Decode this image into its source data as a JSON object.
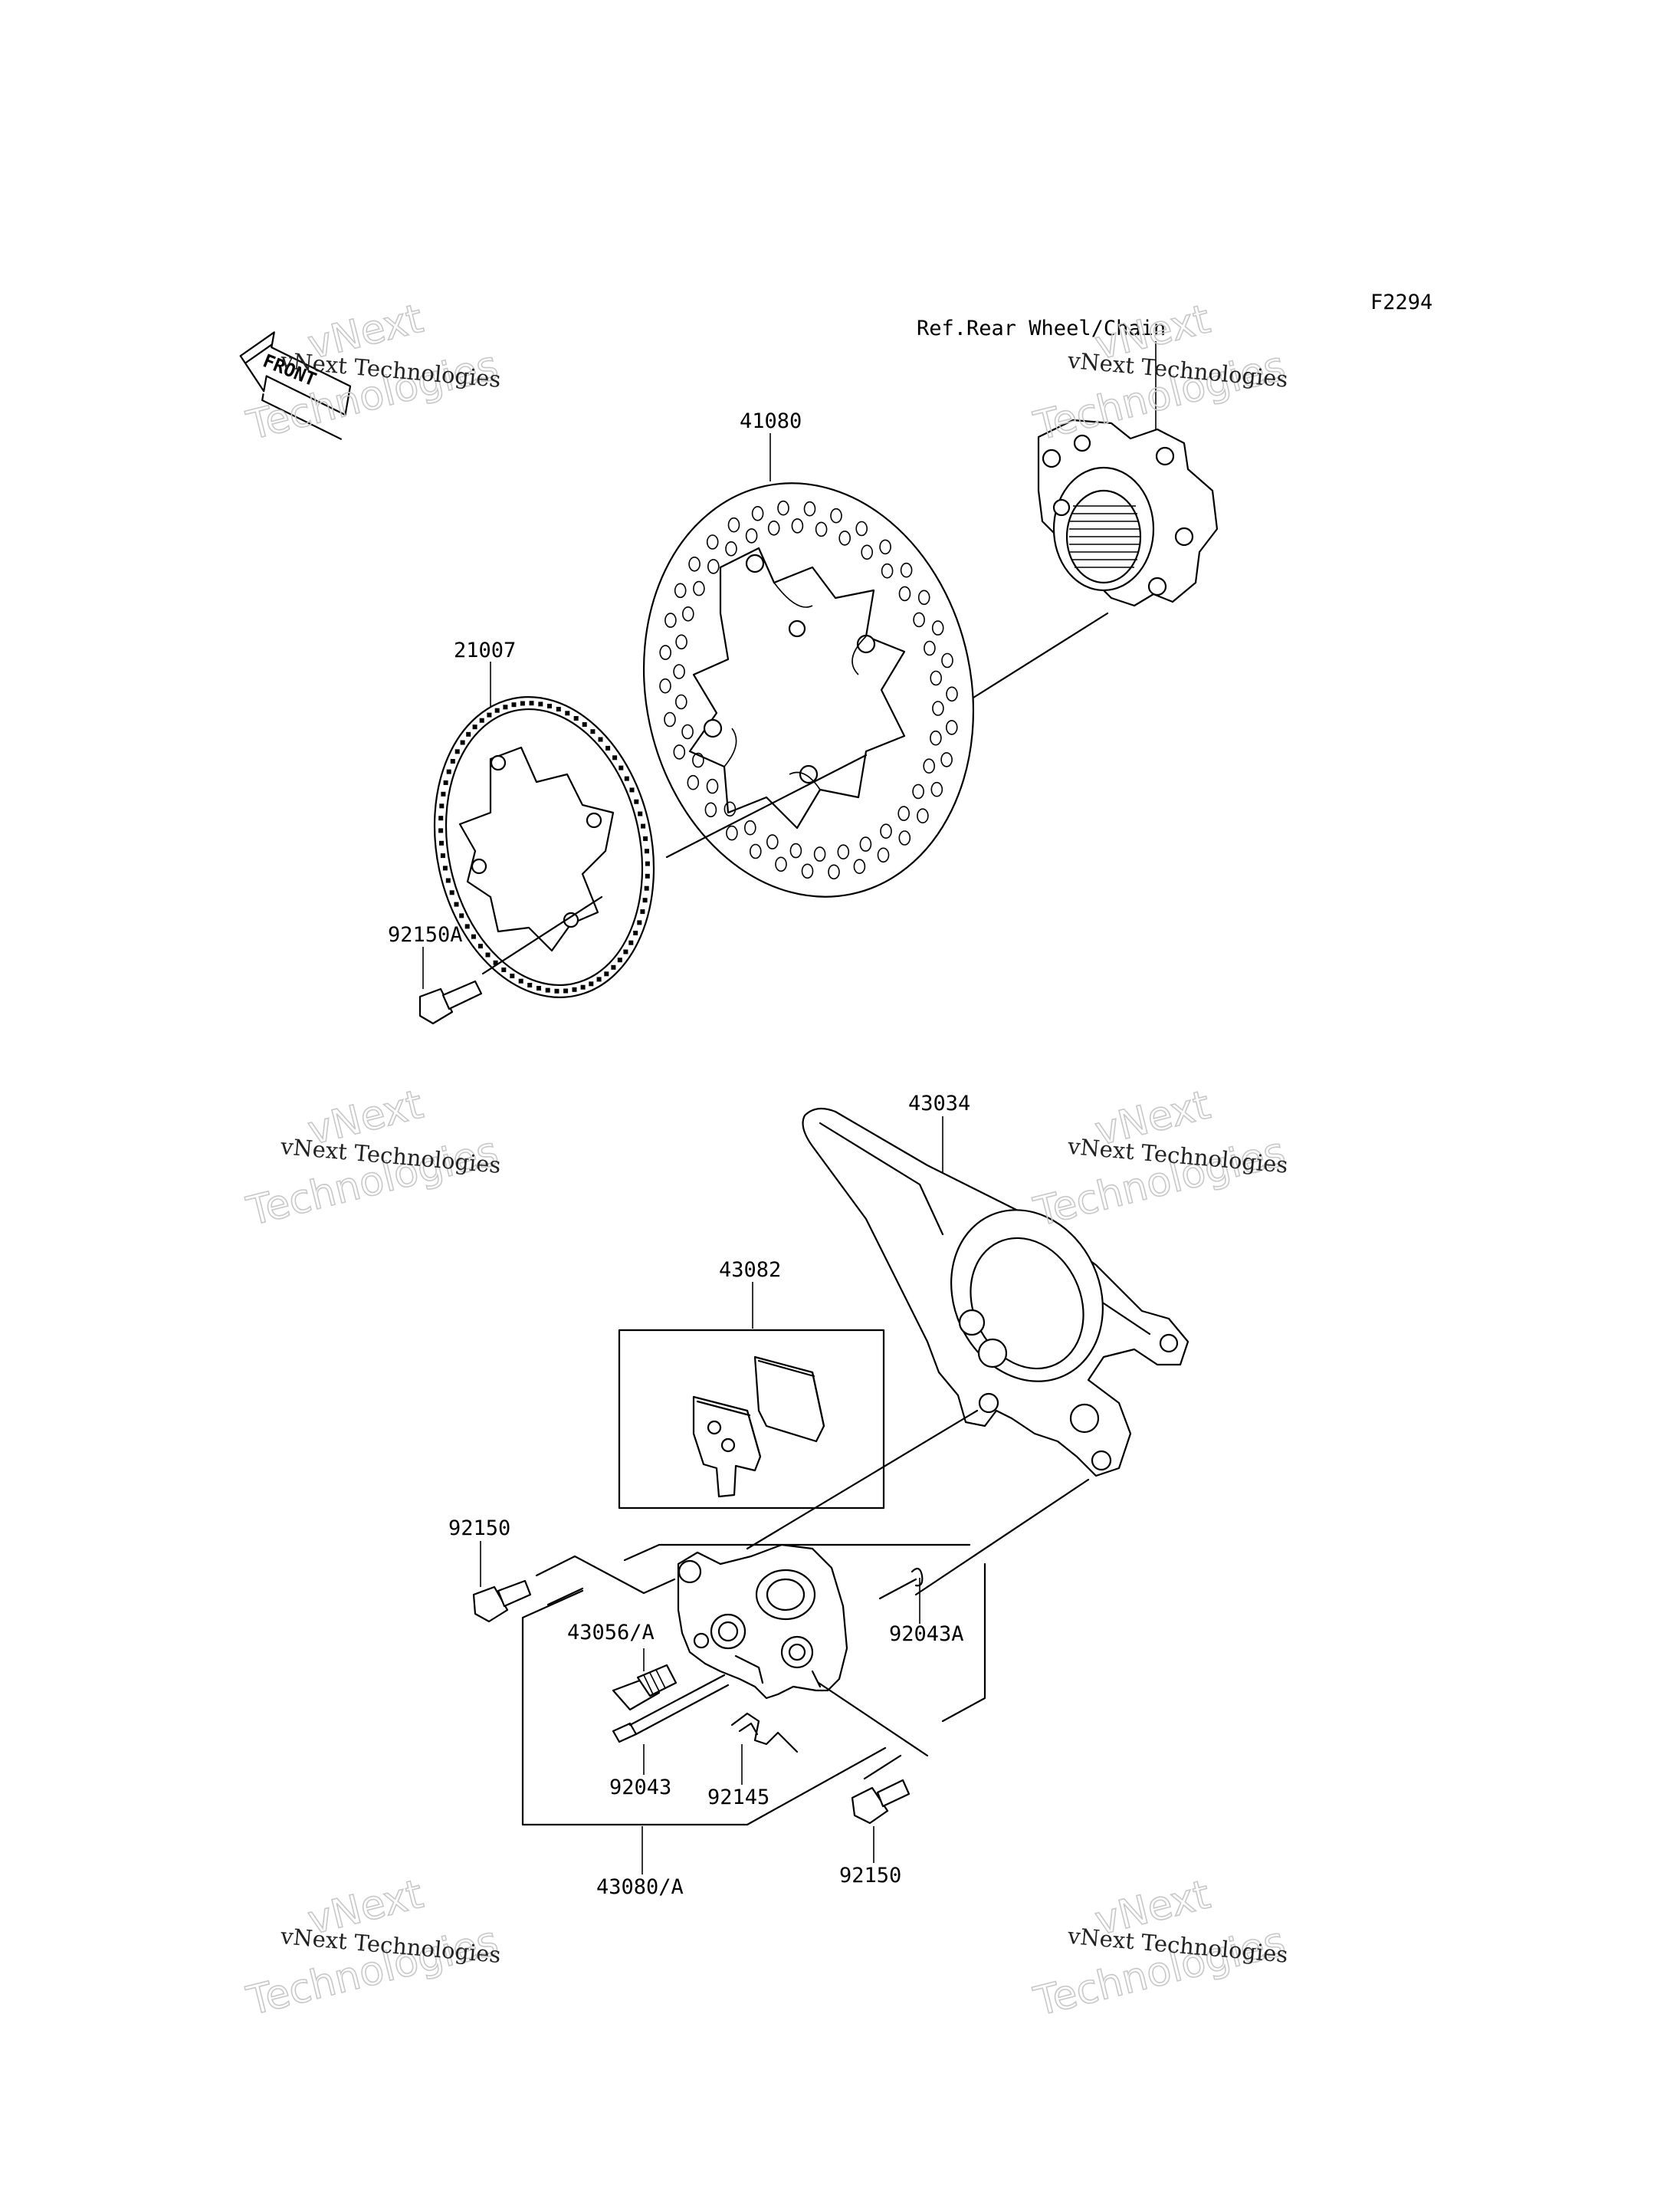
{
  "figure_code": "F2294",
  "front_arrow_label": "FRONT",
  "reference_note": "Ref.Rear Wheel/Chain",
  "parts": {
    "brake_disc": "41080",
    "abs_sensor_rotor": "21007",
    "rotor_bolt": "92150A",
    "caliper_bracket": "43034",
    "brake_pads": "43082",
    "bracket_bolt_upper": "92150",
    "bracket_bolt_lower": "92150",
    "bleeder_valve": "43056/A",
    "clip_pin": "92043A",
    "pad_pin": "92043",
    "pad_spring": "92145",
    "caliper_assembly": "43080/A"
  },
  "watermark": {
    "small": "vNext Technologies",
    "big_line1": "vNext",
    "big_line2": "Technologies"
  }
}
